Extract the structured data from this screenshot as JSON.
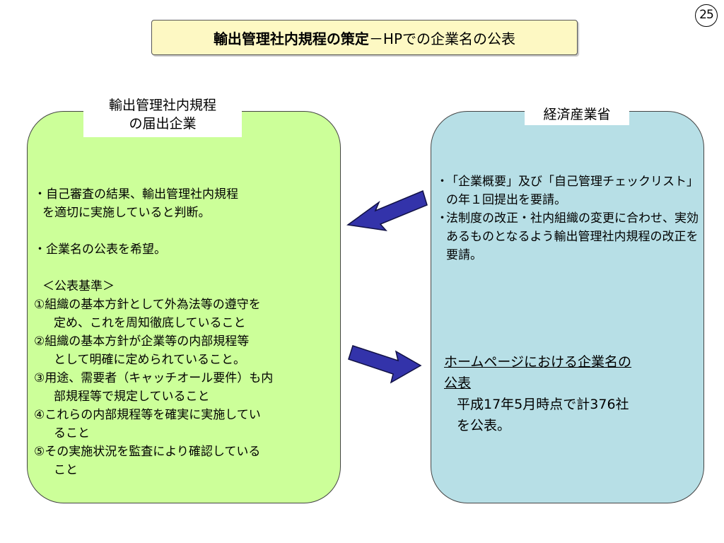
{
  "page_number": "25",
  "title": {
    "bold_part": "輸出管理社内規程の策定",
    "rest_part": "－HPでの企業名の公表"
  },
  "left_panel": {
    "label_line1": "輸出管理社内規程",
    "label_line2": "の届出企業",
    "bullet1_line1": "・自己審査の結果、輸出管理社内規程",
    "bullet1_line2": "を適切に実施していると判断。",
    "bullet2": "・企業名の公表を希望。",
    "criteria_heading": "＜公表基準＞",
    "criteria": [
      {
        "line1": "①組織の基本方針として外為法等の遵守を",
        "line2": "定め、これを周知徹底していること"
      },
      {
        "line1": "②組織の基本方針が企業等の内部規程等",
        "line2": "として明確に定められていること。"
      },
      {
        "line1": "③用途、需要者（キャッチオール要件）も内",
        "line2": "部規程等で規定していること"
      },
      {
        "line1": "④これらの内部規程等を確実に実施してい",
        "line2": "ること"
      },
      {
        "line1": "⑤その実施状況を監査により確認している",
        "line2": "こと"
      }
    ]
  },
  "right_panel": {
    "label": "経済産業省",
    "bullets": [
      {
        "marker": "・",
        "text": "「企業概要」及び「自己管理チェックリスト」の年１回提出を要請。"
      },
      {
        "marker": "・",
        "text": "法制度の改正・社内組織の変更に合わせ、実効あるものとなるよう輸出管理社内規程の改正を要請。"
      }
    ],
    "homepage_line1": "ホームページにおける企業名の",
    "homepage_line2": "公表",
    "stat_line1": "平成17年5月時点で計376社",
    "stat_line2": "を公表。"
  },
  "colors": {
    "title_bg": "#fdf8c3",
    "left_panel_bg": "#ccff99",
    "right_panel_bg": "#b7dfe6",
    "arrow_fill": "#3333aa"
  }
}
